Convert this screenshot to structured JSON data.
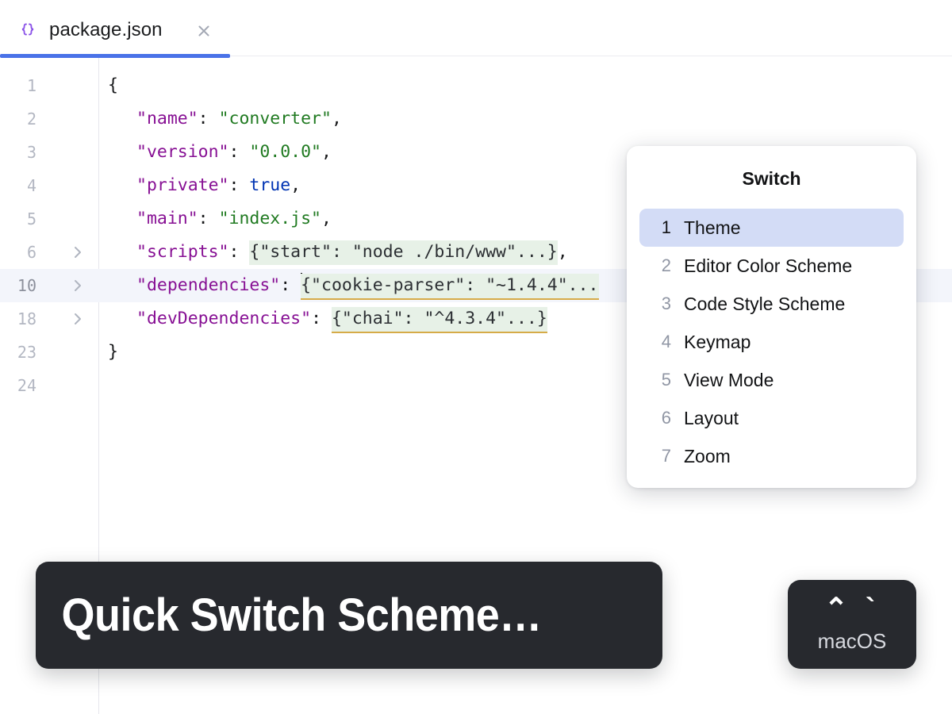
{
  "tab": {
    "title": "package.json",
    "icon": "json-braces-icon",
    "close_icon": "close-icon",
    "active_color": "#4a72e8",
    "icon_color": "#8a52e8"
  },
  "editor": {
    "language": "json",
    "current_line": 10,
    "lines": [
      {
        "no": "1",
        "foldable": false,
        "current": false,
        "indent": 0,
        "tokens": [
          {
            "t": "punc",
            "v": "{"
          }
        ]
      },
      {
        "no": "2",
        "foldable": false,
        "current": false,
        "indent": 1,
        "tokens": [
          {
            "t": "key",
            "v": "\"name\""
          },
          {
            "t": "punc",
            "v": ": "
          },
          {
            "t": "str",
            "v": "\"converter\""
          },
          {
            "t": "punc",
            "v": ","
          }
        ]
      },
      {
        "no": "3",
        "foldable": false,
        "current": false,
        "indent": 1,
        "tokens": [
          {
            "t": "key",
            "v": "\"version\""
          },
          {
            "t": "punc",
            "v": ": "
          },
          {
            "t": "str",
            "v": "\"0.0.0\""
          },
          {
            "t": "punc",
            "v": ","
          }
        ]
      },
      {
        "no": "4",
        "foldable": false,
        "current": false,
        "indent": 1,
        "tokens": [
          {
            "t": "key",
            "v": "\"private\""
          },
          {
            "t": "punc",
            "v": ": "
          },
          {
            "t": "kw",
            "v": "true"
          },
          {
            "t": "punc",
            "v": ","
          }
        ]
      },
      {
        "no": "5",
        "foldable": false,
        "current": false,
        "indent": 1,
        "tokens": [
          {
            "t": "key",
            "v": "\"main\""
          },
          {
            "t": "punc",
            "v": ": "
          },
          {
            "t": "str",
            "v": "\"index.js\""
          },
          {
            "t": "punc",
            "v": ","
          }
        ]
      },
      {
        "no": "6",
        "foldable": true,
        "current": false,
        "indent": 1,
        "tokens": [
          {
            "t": "key",
            "v": "\"scripts\""
          },
          {
            "t": "punc",
            "v": ": "
          },
          {
            "t": "fold",
            "v": "{\"start\": \"node ./bin/www\"...}"
          },
          {
            "t": "punc",
            "v": ","
          }
        ]
      },
      {
        "no": "10",
        "foldable": true,
        "current": true,
        "indent": 1,
        "caret": true,
        "tokens": [
          {
            "t": "key",
            "v": "\"dependencies\""
          },
          {
            "t": "punc",
            "v": ": "
          },
          {
            "t": "fold-underline",
            "v": "{\"cookie-parser\": \"~1.4.4\"..."
          }
        ]
      },
      {
        "no": "18",
        "foldable": true,
        "current": false,
        "indent": 1,
        "tokens": [
          {
            "t": "key",
            "v": "\"devDependencies\""
          },
          {
            "t": "punc",
            "v": ": "
          },
          {
            "t": "fold-underline",
            "v": "{\"chai\": \"^4.3.4\"...}"
          }
        ]
      },
      {
        "no": "23",
        "foldable": false,
        "current": false,
        "indent": 0,
        "tokens": [
          {
            "t": "punc",
            "v": "}"
          }
        ]
      },
      {
        "no": "24",
        "foldable": false,
        "current": false,
        "indent": 0,
        "tokens": []
      }
    ]
  },
  "switch_popup": {
    "title": "Switch",
    "selected_index": 0,
    "selected_color": "#d3dcf6",
    "items": [
      {
        "num": "1",
        "label": "Theme"
      },
      {
        "num": "2",
        "label": "Editor Color Scheme"
      },
      {
        "num": "3",
        "label": "Code Style Scheme"
      },
      {
        "num": "4",
        "label": "Keymap"
      },
      {
        "num": "5",
        "label": "View Mode"
      },
      {
        "num": "6",
        "label": "Layout"
      },
      {
        "num": "7",
        "label": "Zoom"
      }
    ]
  },
  "action_banner": {
    "text": "Quick Switch Scheme…",
    "background": "#27292e"
  },
  "shortcut_badge": {
    "keys": "⌃ `",
    "os": "macOS",
    "background": "#27292e"
  }
}
